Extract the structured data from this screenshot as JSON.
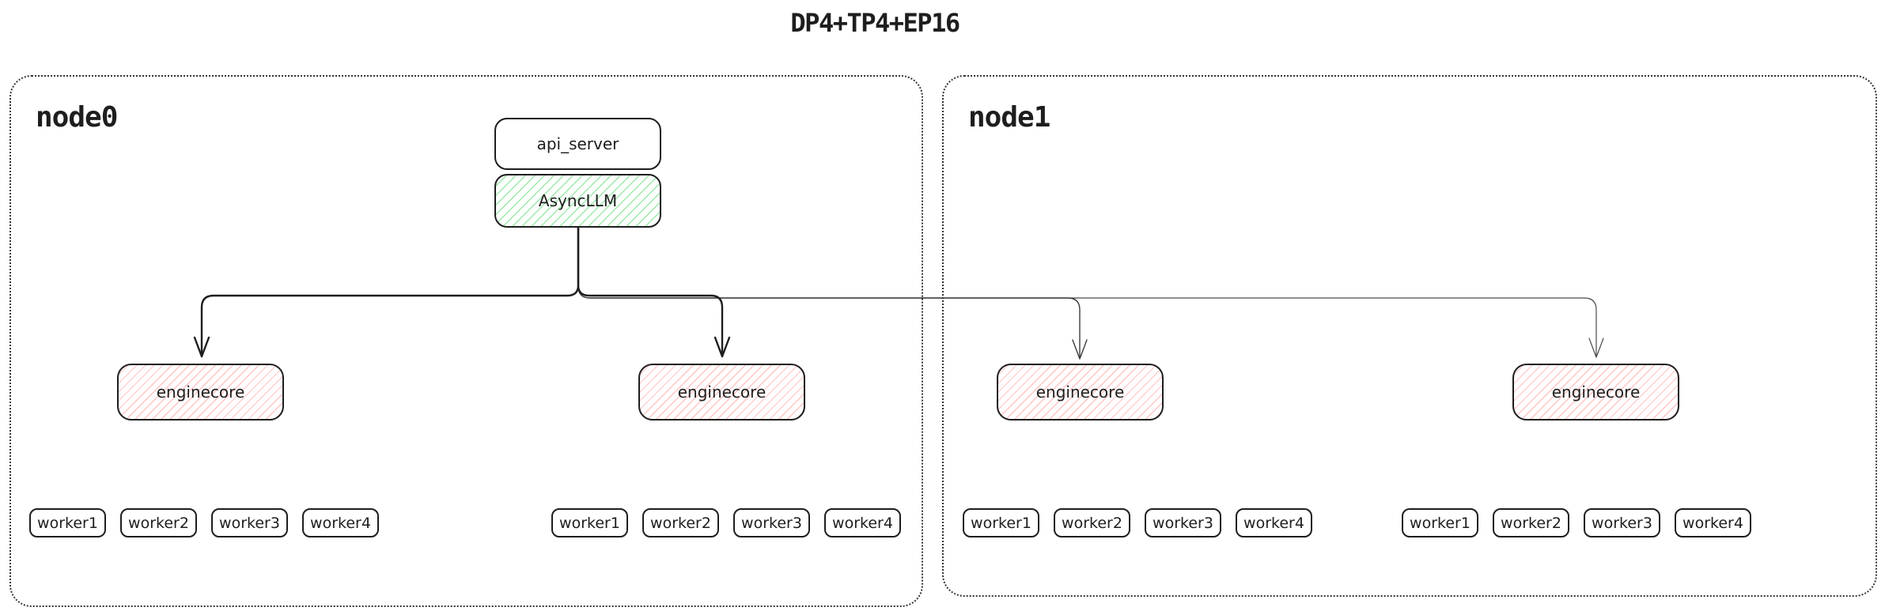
{
  "title": "DP4+TP4+EP16",
  "stack": {
    "api_server": "api_server",
    "async_llm": "AsyncLLM"
  },
  "nodes": [
    {
      "label": "node0",
      "engines": [
        {
          "label": "enginecore",
          "workers": [
            "worker1",
            "worker2",
            "worker3",
            "worker4"
          ]
        },
        {
          "label": "enginecore",
          "workers": [
            "worker1",
            "worker2",
            "worker3",
            "worker4"
          ]
        }
      ]
    },
    {
      "label": "node1",
      "engines": [
        {
          "label": "enginecore",
          "workers": [
            "worker1",
            "worker2",
            "worker3",
            "worker4"
          ]
        },
        {
          "label": "enginecore",
          "workers": [
            "worker1",
            "worker2",
            "worker3",
            "worker4"
          ]
        }
      ]
    }
  ],
  "colors": {
    "stroke": "#1e1e1e",
    "green_hatch": "#9fe9ad",
    "red_hatch": "#ffc6c6",
    "thin_arrow": "#4a4a4a",
    "dotted_border": "#343434"
  }
}
